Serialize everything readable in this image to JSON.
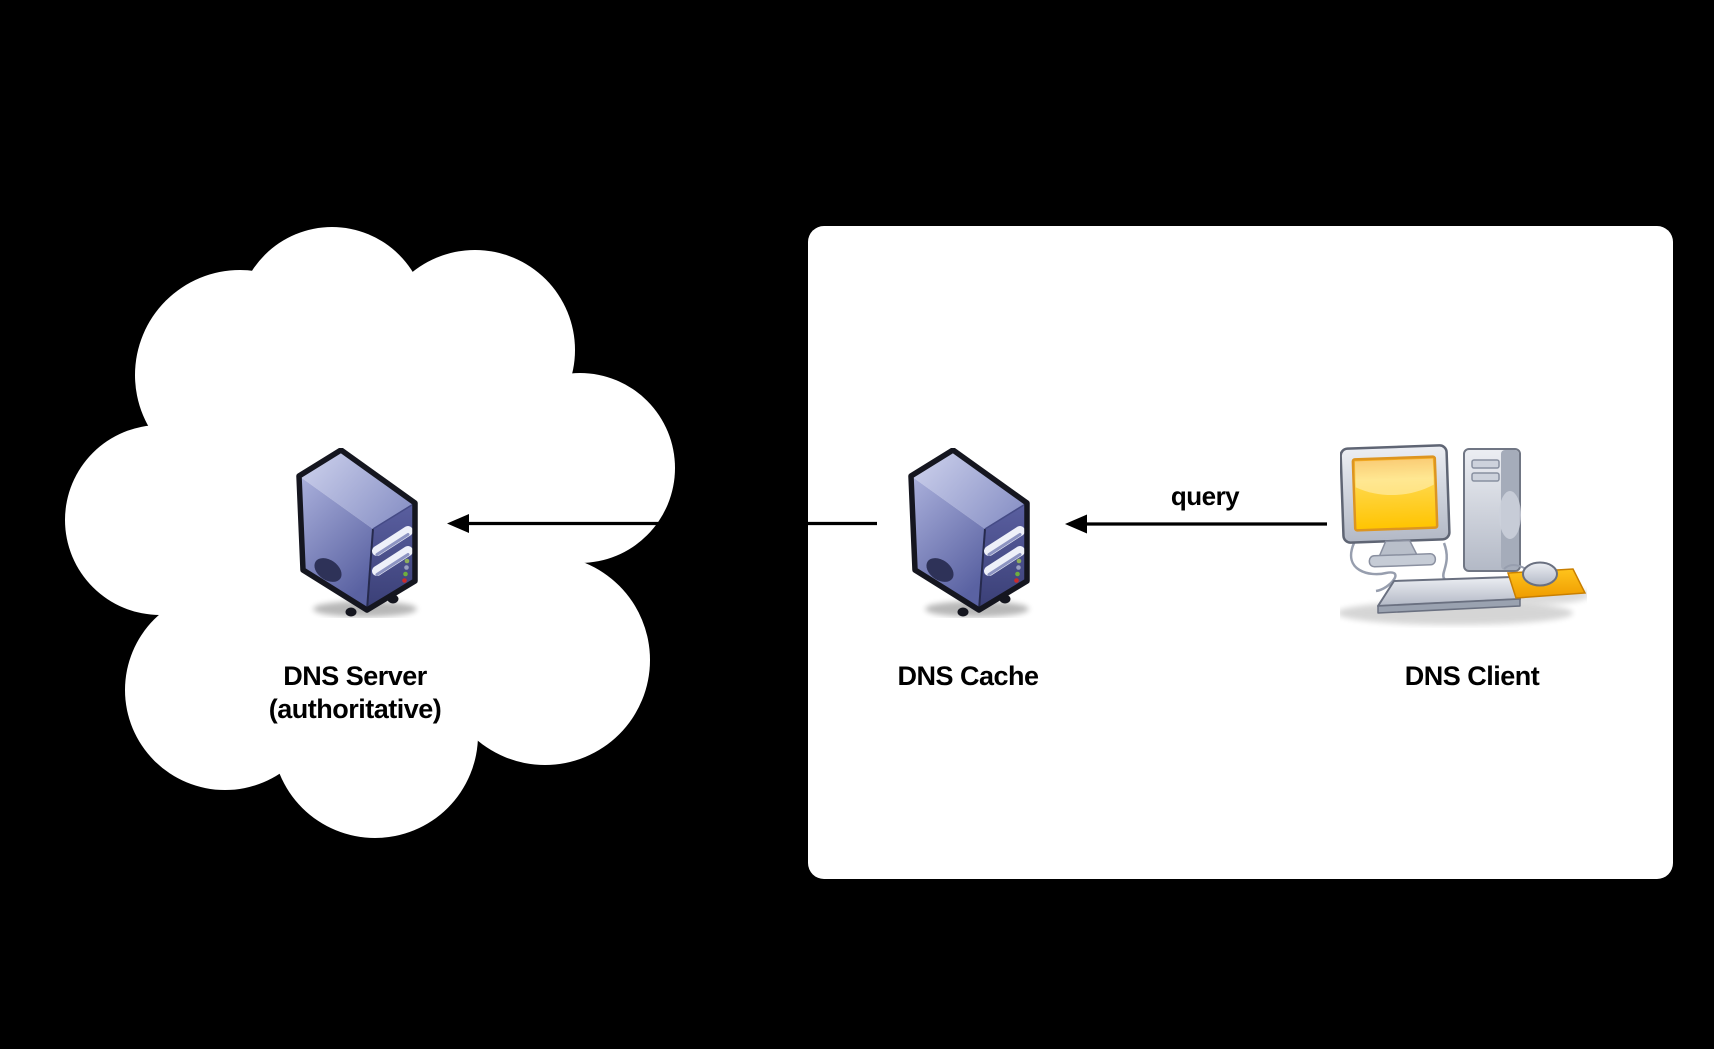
{
  "diagram": {
    "regions": {
      "internet_cloud": {
        "shape": "cloud",
        "fill": "#ffffff"
      },
      "resolver_panel": {
        "shape": "rounded-rect",
        "fill": "#ffffff"
      }
    },
    "nodes": {
      "dns_server": {
        "label_line1": "DNS Server",
        "label_line2": "(authoritative)",
        "icon": "server-tower-icon",
        "region": "internet_cloud"
      },
      "dns_cache": {
        "label": "DNS Cache",
        "icon": "server-tower-icon",
        "region": "resolver_panel"
      },
      "dns_client": {
        "label": "DNS Client",
        "icon": "desktop-computer-icon",
        "region": "resolver_panel"
      }
    },
    "edges": [
      {
        "from": "dns_client",
        "to": "dns_cache",
        "label": "query",
        "arrow": "left"
      },
      {
        "from": "dns_cache",
        "to": "dns_server",
        "label": "",
        "arrow": "left"
      }
    ],
    "colors": {
      "background": "#000000",
      "region_fill": "#ffffff",
      "arrow": "#000000",
      "label_text": "#000000",
      "server_front": "#9aa1d0",
      "server_side": "#4a5090",
      "server_top": "#c3c8e6",
      "screen_yellow": "#ffc400",
      "mousepad_orange": "#f5a500",
      "hardware_gray": "#c3c8d3"
    }
  }
}
